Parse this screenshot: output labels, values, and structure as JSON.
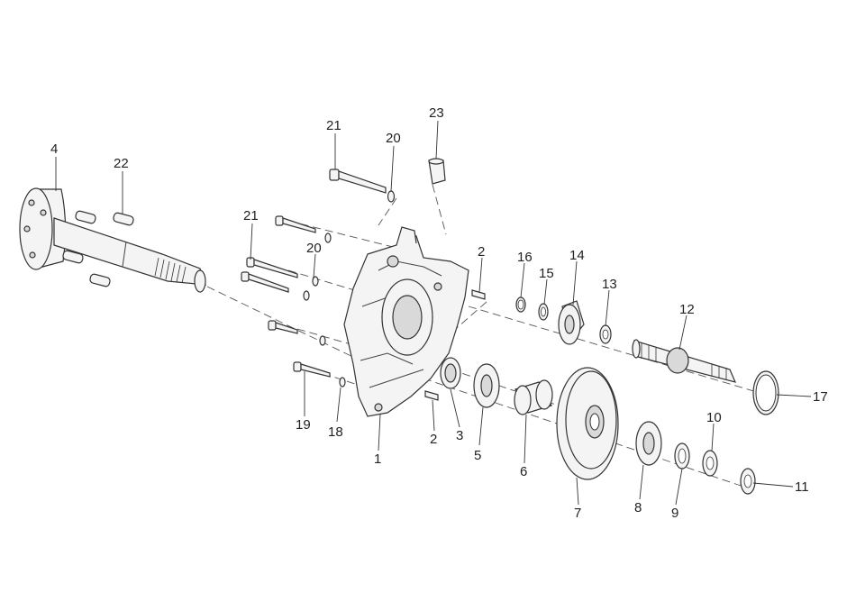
{
  "callouts": {
    "c1": "1",
    "c2a": "2",
    "c2b": "2",
    "c3": "3",
    "c4": "4",
    "c5": "5",
    "c6": "6",
    "c7": "7",
    "c8": "8",
    "c9": "9",
    "c10": "10",
    "c11": "11",
    "c12": "12",
    "c13": "13",
    "c14": "14",
    "c15": "15",
    "c16": "16",
    "c17": "17",
    "c18": "18",
    "c19": "19",
    "c20a": "20",
    "c20b": "20",
    "c21a": "21",
    "c21b": "21",
    "c22": "22",
    "c23": "23"
  }
}
